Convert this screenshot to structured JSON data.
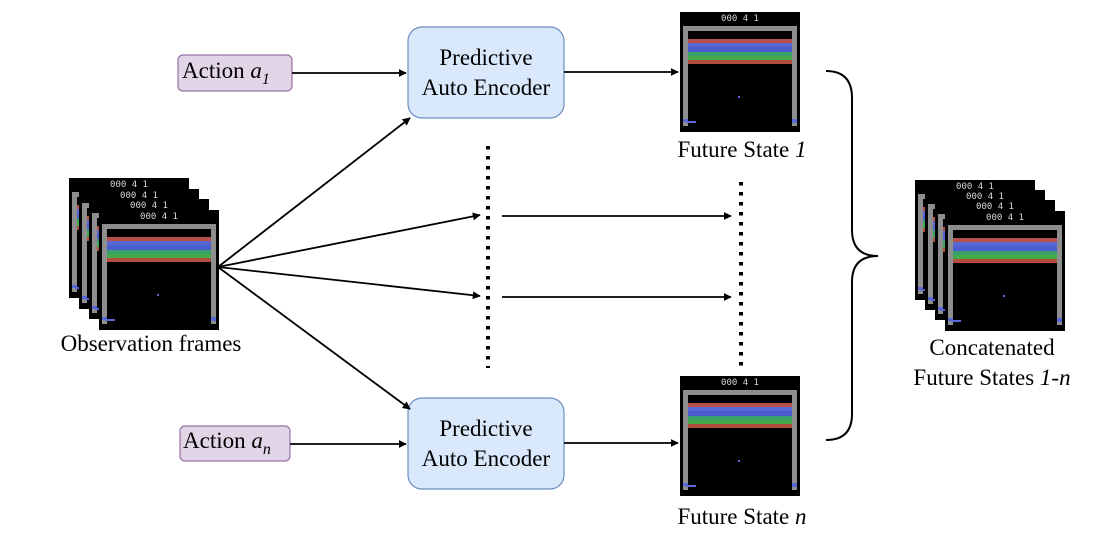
{
  "actions": [
    {
      "label": "Action ",
      "symbol": "a",
      "subscript": "1"
    },
    {
      "label": "Action ",
      "symbol": "a",
      "subscript": "n"
    }
  ],
  "encoders": [
    {
      "line1": "Predictive",
      "line2": "Auto Encoder"
    },
    {
      "line1": "Predictive",
      "line2": "Auto Encoder"
    }
  ],
  "observation_label": "Observation frames",
  "future_states": [
    {
      "label": "Future State ",
      "index": "1"
    },
    {
      "label": "Future State ",
      "index": "n"
    }
  ],
  "concatenated": {
    "line1": "Concatenated",
    "line2_prefix": "Future States ",
    "range": "1-n"
  },
  "game_frame": {
    "score": "000  4  1",
    "stripe_colors": [
      "#b5504a",
      "#5a68d6",
      "#4a5ed0",
      "#3aa06a",
      "#44a948",
      "#b04d3d"
    ]
  },
  "colors": {
    "action_fill": "#e1d5e7",
    "action_stroke": "#9673a6",
    "encoder_fill": "#dae8fc",
    "encoder_stroke": "#6c8ebf"
  }
}
